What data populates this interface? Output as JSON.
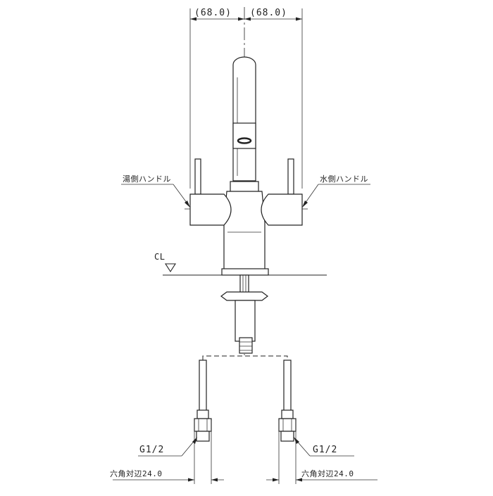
{
  "drawing": {
    "dim_left": "(68.0)",
    "dim_right": "(68.0)",
    "hot_handle_label": "湯側ハンドル",
    "cold_handle_label": "水側ハンドル",
    "cl_label": "CL",
    "thread_left": "G1/2",
    "thread_right": "G1/2",
    "hex_left": "六角対辺24.0",
    "hex_right": "六角対辺24.0"
  }
}
